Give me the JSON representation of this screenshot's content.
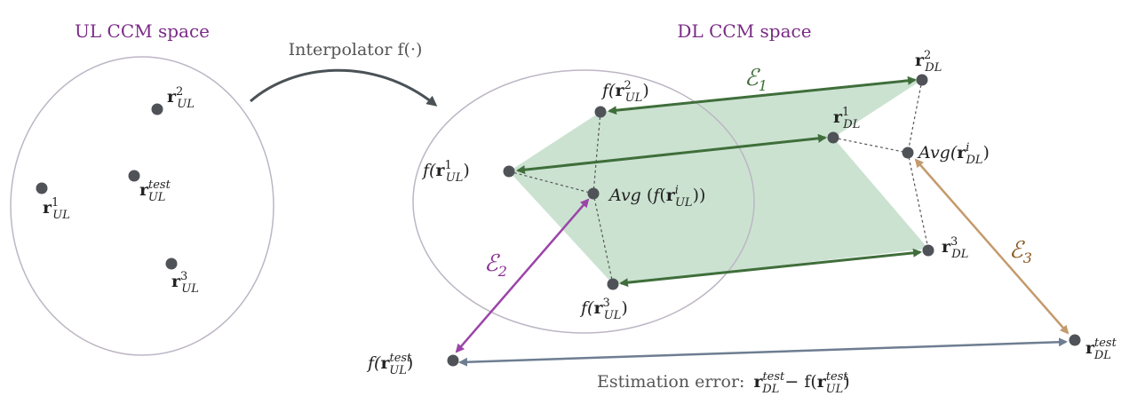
{
  "titles": {
    "ul_space": "UL CCM space",
    "dl_space": "DL CCM space",
    "interpolator": "Interpolator f(·)"
  },
  "ul_points": [
    {
      "id": "r1_ul",
      "sub": "UL",
      "sup": "1"
    },
    {
      "id": "r2_ul",
      "sub": "UL",
      "sup": "2"
    },
    {
      "id": "r3_ul",
      "sub": "UL",
      "sup": "3"
    },
    {
      "id": "rtest_ul",
      "sub": "UL",
      "sup": "test"
    }
  ],
  "mapped_points": [
    {
      "id": "f_r1_ul",
      "prefix": "f(",
      "sub": "UL",
      "sup": "1",
      "suffix": ")"
    },
    {
      "id": "f_r2_ul",
      "prefix": "f(",
      "sub": "UL",
      "sup": "2",
      "suffix": ")"
    },
    {
      "id": "f_r3_ul",
      "prefix": "f(",
      "sub": "UL",
      "sup": "3",
      "suffix": ")"
    },
    {
      "id": "f_rtest_ul",
      "prefix": "f(",
      "sub": "UL",
      "sup": "test",
      "suffix": ")"
    }
  ],
  "dl_points": [
    {
      "id": "r1_dl",
      "sub": "DL",
      "sup": "1"
    },
    {
      "id": "r2_dl",
      "sub": "DL",
      "sup": "2"
    },
    {
      "id": "r3_dl",
      "sub": "DL",
      "sup": "3"
    },
    {
      "id": "rtest_dl",
      "sub": "DL",
      "sup": "test"
    }
  ],
  "averages": {
    "avg_f_ul": {
      "prefix": "Avg",
      "sub": "UL",
      "sup": "i"
    },
    "avg_dl": {
      "prefix": "Avg(",
      "sub": "DL",
      "sup": "i",
      "suffix": ")"
    }
  },
  "errors": {
    "e1": {
      "symbol": "ℰ",
      "sub": "1",
      "color": "#3f6e3a"
    },
    "e2": {
      "symbol": "ℰ",
      "sub": "2",
      "color": "#8a2c93"
    },
    "e3": {
      "symbol": "ℰ",
      "sub": "3",
      "color": "#8c5a22"
    }
  },
  "caption": {
    "prefix": "Estimation error:",
    "dl_sub": "DL",
    "dl_sup": "test",
    "minus": " − f(",
    "ul_sub": "UL",
    "ul_sup": "test",
    "suffix": ")"
  },
  "colors": {
    "point": "#4f5358",
    "circle": "#bdb6c4",
    "shade": "#a9ceb3",
    "green_arrow": "#3f6e3a",
    "purple_arrow": "#9b45a8",
    "tan_arrow": "#c49a6c",
    "gray_arrow": "#6e7d91",
    "curve": "#4a5256",
    "title": "#7a2a86"
  }
}
